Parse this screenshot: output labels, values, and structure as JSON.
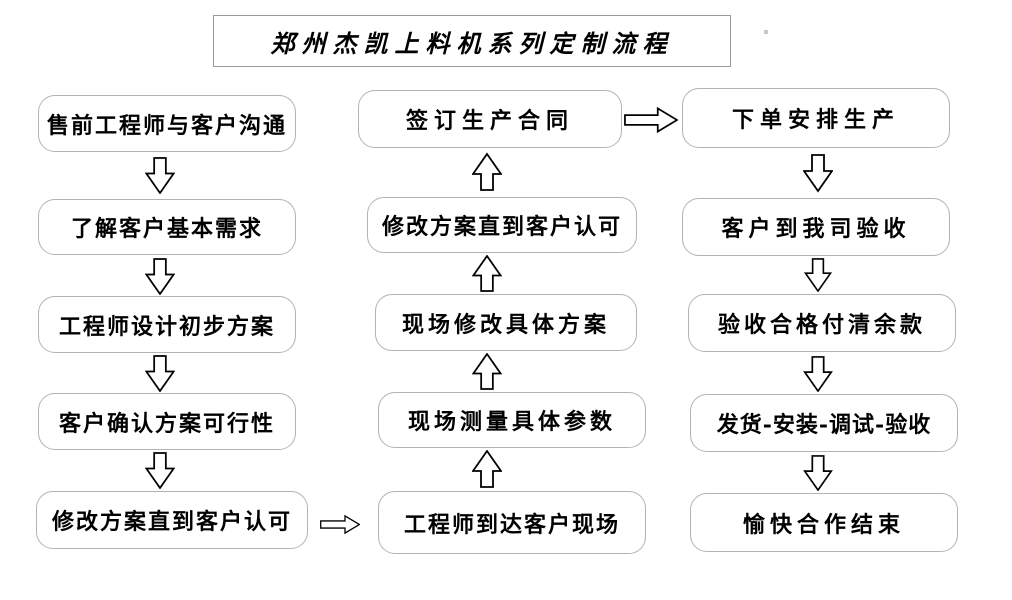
{
  "title": "郑州杰凯上料机系列定制流程",
  "flow": {
    "left_column": [
      "售前工程师与客户沟通",
      "了解客户基本需求",
      "工程师设计初步方案",
      "客户确认方案可行性",
      "修改方案直到客户认可"
    ],
    "middle_column": [
      "签订生产合同",
      "修改方案直到客户认可",
      "现场修改具体方案",
      "现场测量具体参数",
      "工程师到达客户现场"
    ],
    "right_column": [
      "下单安排生产",
      "客户到我司验收",
      "验收合格付清余款",
      "发货-安装-调试-验收",
      "愉快合作结束"
    ]
  },
  "icons": {
    "down_arrow": "hollow-block-arrow-down",
    "up_arrow": "hollow-block-arrow-up",
    "right_arrow": "hollow-block-arrow-right"
  },
  "colors": {
    "background": "#ffffff",
    "box_border": "#b3b3b3",
    "title_border": "#9a9a9a",
    "text": "#000000",
    "arrow_outline": "#000000",
    "arrow_fill": "#ffffff"
  }
}
